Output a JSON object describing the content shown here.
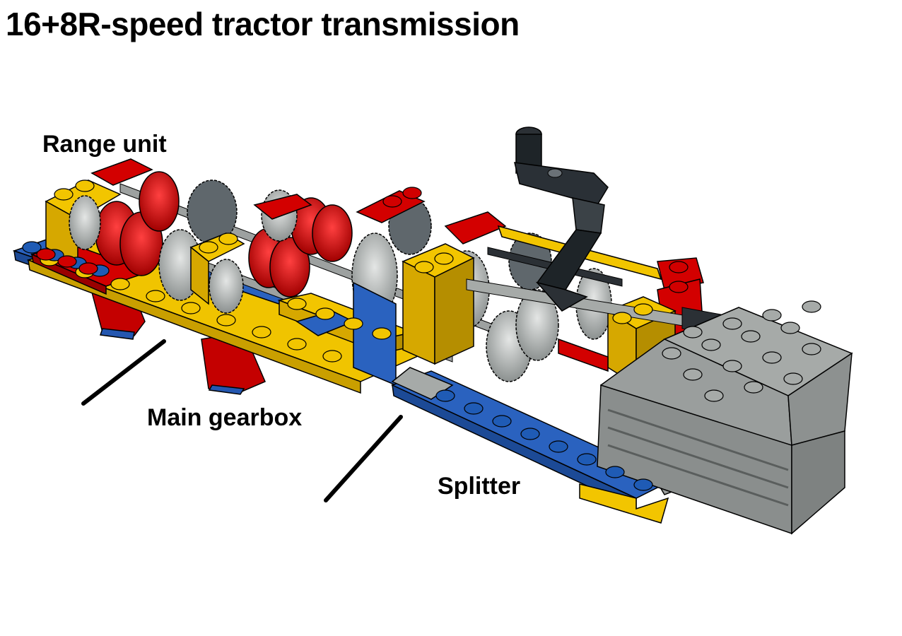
{
  "title": "16+8R-speed tractor transmission",
  "labels": {
    "range_unit": "Range unit",
    "main_gearbox": "Main gearbox",
    "splitter": "Splitter"
  },
  "colors": {
    "yellow": "#f2c500",
    "red": "#d10000",
    "blue": "#1f5bb5",
    "light_gray": "#a6aaa8",
    "dark_gray": "#4d5357",
    "black": "#1e2428",
    "gear_gray": "#b9bcbb"
  }
}
